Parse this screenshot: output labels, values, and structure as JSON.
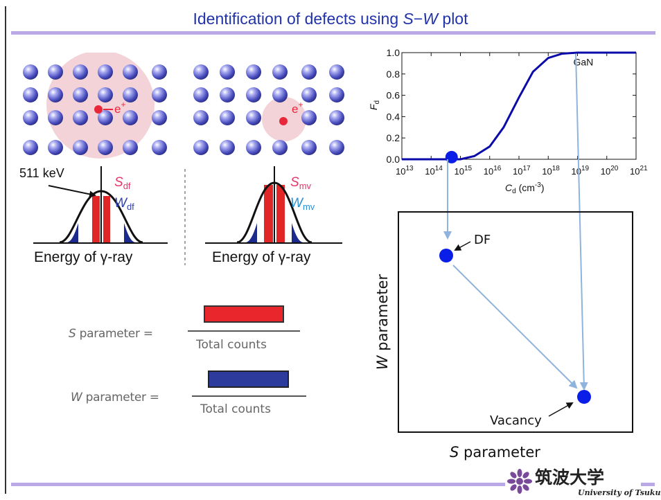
{
  "slide": {
    "title_prefix": "Identification of defects using ",
    "title_s": "S",
    "title_sep": "−",
    "title_w": "W",
    "title_suffix": " plot"
  },
  "left_panel": {
    "peak_label": "511 keV",
    "s_df": "S",
    "s_df_sub": "df",
    "w_df": "W",
    "w_df_sub": "df",
    "s_mv": "S",
    "s_mv_sub": "mv",
    "w_mv": "W",
    "w_mv_sub": "mv",
    "positron_left": "e",
    "positron_right": "e",
    "positron_sup": "+",
    "energy_caption_left": "Energy of γ-ray",
    "energy_caption_right": "Energy of γ-ray"
  },
  "formulas": {
    "s_symbol": "S",
    "s_text": " parameter =",
    "w_symbol": "W",
    "w_text": " parameter =",
    "denominator_s": "Total counts",
    "denominator_w": "Total counts"
  },
  "fd_chart": {
    "material_label": "GaN",
    "ylabel": "F",
    "ylabel_sub": "d",
    "xlabel": "C",
    "xlabel_sub": "d",
    "xlabel_unit": " (cm",
    "xlabel_unit_sup": "-3",
    "xlabel_unit_end": ")",
    "y_ticks": [
      "0.0",
      "0.2",
      "0.4",
      "0.6",
      "0.8",
      "1.0"
    ],
    "x_tick_base": "10",
    "x_tick_exponents": [
      "13",
      "14",
      "15",
      "16",
      "17",
      "18",
      "19",
      "20",
      "21"
    ]
  },
  "chart_data": {
    "type": "line",
    "title": "",
    "xlabel": "Cd (cm-3)",
    "ylabel": "Fd",
    "x_scale": "log",
    "xlim": [
      10000000000000.0,
      1e+21
    ],
    "ylim": [
      0,
      1.0
    ],
    "grid": false,
    "series": [
      {
        "name": "GaN",
        "x": [
          10000000000000.0,
          100000000000000.0,
          1000000000000000.0,
          3000000000000000.0,
          1e+16,
          3e+16,
          1e+17,
          3e+17,
          1e+18,
          3e+18,
          1e+19,
          1e+20,
          1e+21
        ],
        "y": [
          0.0,
          0.0,
          0.0,
          0.03,
          0.12,
          0.3,
          0.58,
          0.82,
          0.95,
          0.99,
          1.0,
          1.0,
          1.0
        ]
      }
    ],
    "marked_point": {
      "x": 500000000000000.0,
      "y": 0.02
    }
  },
  "sw_plot": {
    "xlabel_symbol": "S",
    "xlabel_text": " parameter",
    "ylabel_symbol": "W",
    "ylabel_text": " parameter",
    "df_label": "DF",
    "vacancy_label": "Vacancy"
  },
  "logo": {
    "name_jp": "筑波大学",
    "name_en": "University of Tsukuba"
  },
  "colors": {
    "title_blue": "#2233aa",
    "accent_bar": "#b9a7e6",
    "curve_blue": "#0a0aa8",
    "marker_blue": "#0a1ee8",
    "arrow_blue": "#8fb3dc",
    "s_pink": "#e8336a",
    "w_blue": "#3344aa",
    "w_mv_cyan": "#2a8fd0",
    "hist_red": "#e02626",
    "hist_navy": "#1c2a8e",
    "atom": "#4b4fbf",
    "positron": "#e8283a",
    "cloud": "#f0c8cf",
    "logo_purple": "#7a4a9a"
  }
}
